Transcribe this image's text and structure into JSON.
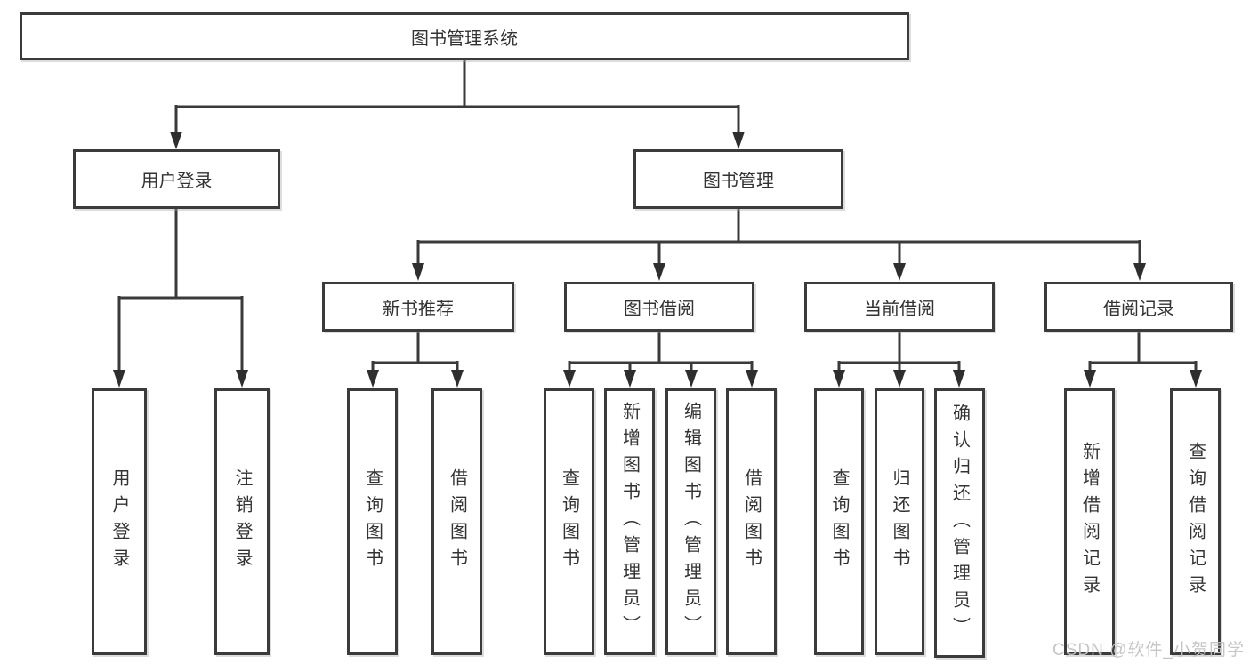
{
  "diagram": {
    "title": "图书管理系统",
    "root": {
      "label": "图书管理系统"
    },
    "branches": [
      {
        "label": "用户登录",
        "children": [
          {
            "label": "用户登录"
          },
          {
            "label": "注销登录"
          }
        ]
      },
      {
        "label": "图书管理",
        "children": [
          {
            "label": "新书推荐",
            "children": [
              {
                "label": "查询图书"
              },
              {
                "label": "借阅图书"
              }
            ]
          },
          {
            "label": "图书借阅",
            "children": [
              {
                "label": "查询图书"
              },
              {
                "label": "新增图书（管理员）"
              },
              {
                "label": "编辑图书（管理员）"
              },
              {
                "label": "借阅图书"
              }
            ]
          },
          {
            "label": "当前借阅",
            "children": [
              {
                "label": "查询图书"
              },
              {
                "label": "归还图书"
              },
              {
                "label": "确认归还（管理员）"
              }
            ]
          },
          {
            "label": "借阅记录",
            "children": [
              {
                "label": "新增借阅记录"
              },
              {
                "label": "查询借阅记录"
              }
            ]
          }
        ]
      }
    ]
  },
  "watermark": "CSDN @软件_小贺同学",
  "colors": {
    "line": "#3a3a3a",
    "box_border": "#3b3b3b",
    "text": "#333333",
    "watermark": "#c3c3c3",
    "background": "#ffffff"
  }
}
